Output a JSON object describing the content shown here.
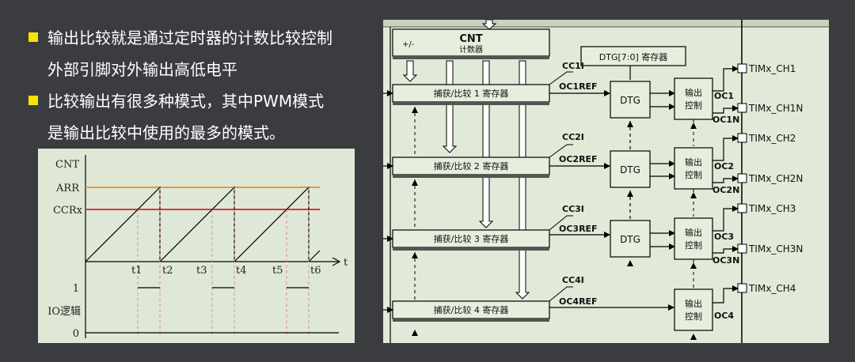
{
  "bullets": [
    {
      "line1": "输出比较就是通过定时器的计数比较控制",
      "line2": "外部引脚对外输出高低电平"
    },
    {
      "line1": "比较输出有很多种模式，其中PWM模式",
      "line2": "是输出比较中使用的最多的模式。"
    }
  ],
  "timing": {
    "y_labels": {
      "cnt": "CNT",
      "arr": "ARR",
      "ccr": "CCRx",
      "one": "1",
      "io": "IO逻辑",
      "zero": "0"
    },
    "x_axis_label": "t",
    "ticks": [
      "t1",
      "t2",
      "t3",
      "t4",
      "t5",
      "t6"
    ],
    "colors": {
      "arr": "#e39a3a",
      "ccr": "#d63b3b",
      "dashed": "#e08a8a"
    }
  },
  "block": {
    "cnt_title": "CNT",
    "cnt_sub": "计数器",
    "plus_minus": "+/-",
    "dtg_reg": "DTG[7:0] 寄存器",
    "dtg": "DTG",
    "out_ctrl_line1": "输出",
    "out_ctrl_line2": "控制",
    "channels": [
      {
        "reg": "捕获/比较 1 寄存器",
        "cci": "CC1I",
        "ref": "OC1REF",
        "oc": "OC1",
        "ocn": "OC1N",
        "ch": "TIMx_CH1",
        "chn": "TIMx_CH1N"
      },
      {
        "reg": "捕获/比较 2 寄存器",
        "cci": "CC2I",
        "ref": "OC2REF",
        "oc": "OC2",
        "ocn": "OC2N",
        "ch": "TIMx_CH2",
        "chn": "TIMx_CH2N"
      },
      {
        "reg": "捕获/比较 3 寄存器",
        "cci": "CC3I",
        "ref": "OC3REF",
        "oc": "OC3",
        "ocn": "OC3N",
        "ch": "TIMx_CH3",
        "chn": "TIMx_CH3N"
      },
      {
        "reg": "捕获/比较 4 寄存器",
        "cci": "CC4I",
        "ref": "OC4REF",
        "oc": "OC4",
        "ocn": "",
        "ch": "TIMx_CH4",
        "chn": ""
      }
    ]
  }
}
